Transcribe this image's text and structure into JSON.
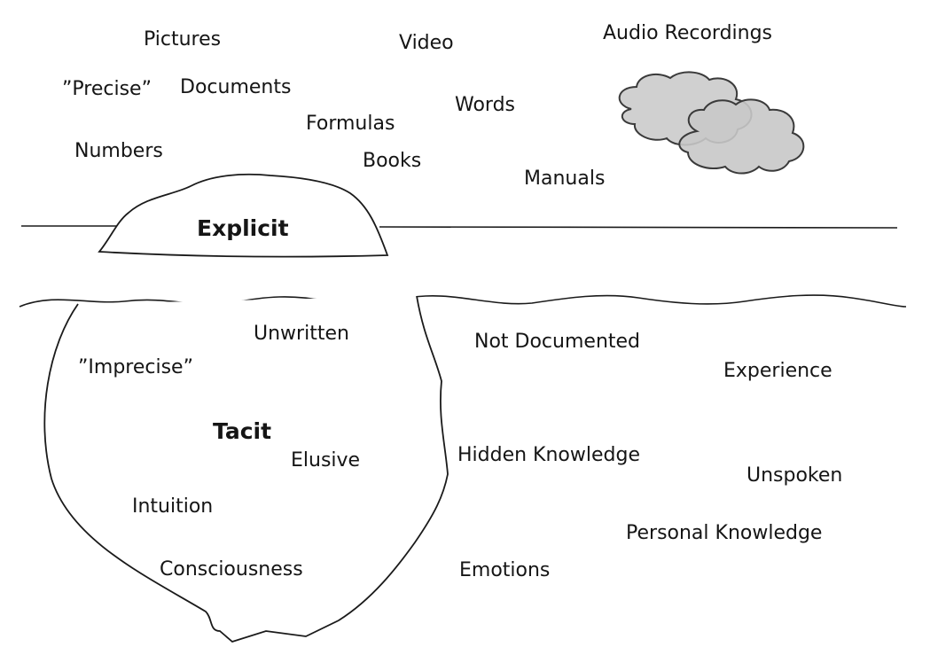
{
  "explicit": {
    "heading": "Explicit",
    "words": [
      "Pictures",
      "Video",
      "Audio Recordings",
      "”Precise”",
      "Documents",
      "Words",
      "Formulas",
      "Numbers",
      "Books",
      "Manuals"
    ]
  },
  "tacit": {
    "heading": "Tacit",
    "words": [
      "Unwritten",
      "”Imprecise”",
      "Elusive",
      "Intuition",
      "Consciousness",
      "Not Documented",
      "Experience",
      "Hidden Knowledge",
      "Unspoken",
      "Personal Knowledge",
      "Emotions"
    ]
  },
  "colors": {
    "line": "#1a1a1a",
    "cloud_fill": "#c8c8c8",
    "cloud_stroke": "#3a3a3a",
    "text": "#151515"
  },
  "icons": [
    "cloud-icon"
  ]
}
